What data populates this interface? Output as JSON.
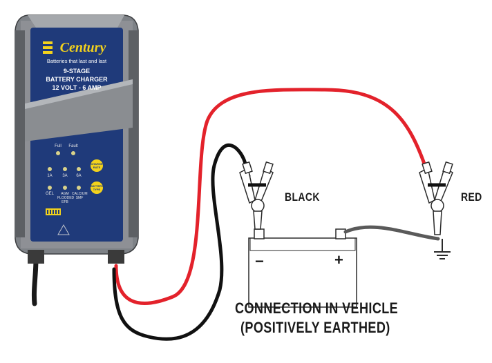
{
  "charger": {
    "brand": "Century",
    "tagline": "Batteries that last and last",
    "line1": "9-STAGE",
    "line2": "BATTERY CHARGER",
    "line3": "12 VOLT - 6 AMP",
    "indicators": {
      "full": "Full",
      "fault": "Fault",
      "rate_1": "1A",
      "rate_2": "3A",
      "rate_3": "6A",
      "charge_rate_badge": "CHARGE RATE",
      "type_1": "GEL",
      "type_2": "AGM FLOODED EFB",
      "type_3": "CALCIUM SMF",
      "battery_type_badge": "BATTERY TYPE"
    }
  },
  "labels": {
    "black": "BLACK",
    "red": "RED",
    "minus": "−",
    "plus": "+",
    "caption_line1": "CONNECTION IN VEHICLE",
    "caption_line2": "(POSITIVELY EARTHED)"
  },
  "colors": {
    "red_wire": "#e3222b",
    "black_wire": "#111111",
    "ground_wire": "#5a5a5a",
    "panel_blue": "#1f3a7a",
    "brand_yellow": "#f3d21c",
    "housing": "#8c8f93"
  }
}
